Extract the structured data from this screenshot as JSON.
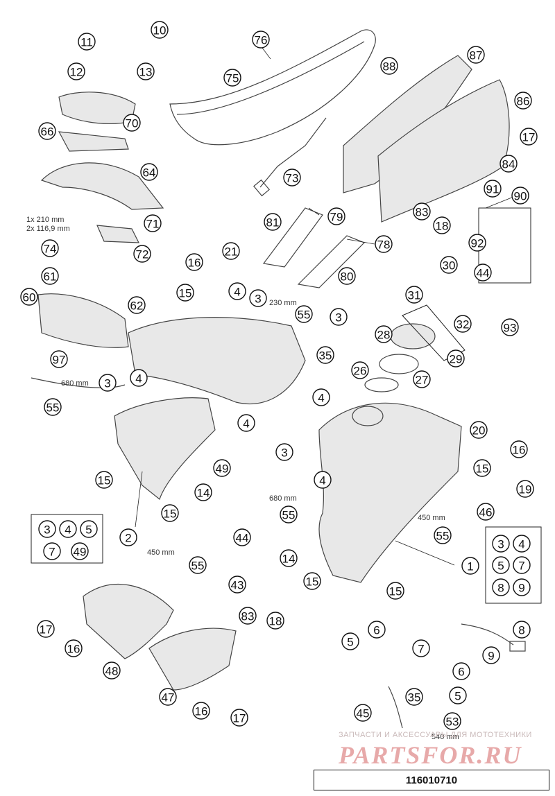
{
  "document_id": "116010710",
  "watermark": {
    "line1": "ЗАПЧАСТИ И АКСЕССУАРЫ ДЛЯ МОТОТЕХНИКИ",
    "logo": "PARTSFOR.RU"
  },
  "notes": {
    "bolt_lengths_1": "1x 210 mm",
    "bolt_lengths_2": "2x 116,9 mm",
    "hose_230": "230 mm",
    "hose_680_a": "680 mm",
    "hose_680_b": "680 mm",
    "hose_450_a": "450 mm",
    "hose_450_b": "450 mm",
    "hose_540": "540 mm"
  },
  "callouts": [
    "1",
    "2",
    "3",
    "4",
    "5",
    "6",
    "7",
    "8",
    "9",
    "10",
    "11",
    "12",
    "13",
    "14",
    "15",
    "16",
    "17",
    "18",
    "19",
    "20",
    "21",
    "26",
    "27",
    "28",
    "29",
    "30",
    "31",
    "32",
    "35",
    "43",
    "44",
    "45",
    "46",
    "47",
    "48",
    "49",
    "53",
    "55",
    "60",
    "61",
    "62",
    "64",
    "66",
    "70",
    "71",
    "72",
    "73",
    "74",
    "75",
    "76",
    "78",
    "79",
    "80",
    "81",
    "83",
    "84",
    "86",
    "87",
    "88",
    "90",
    "91",
    "92",
    "93",
    "97"
  ]
}
